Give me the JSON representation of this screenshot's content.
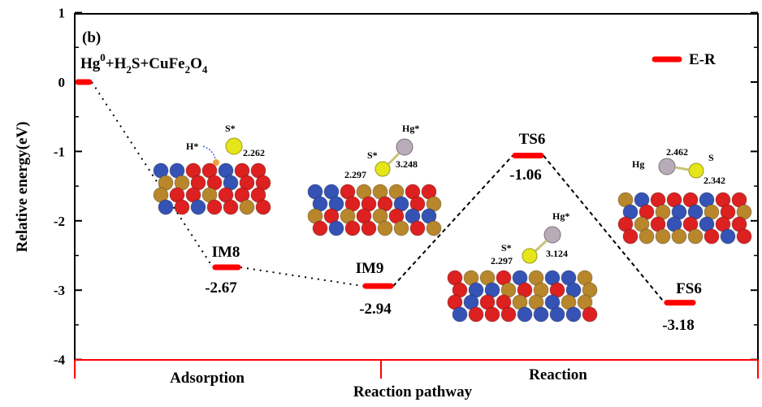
{
  "chart_data": {
    "type": "line",
    "panel_label": "(b)",
    "system_label": {
      "base": "Hg",
      "sup": "0",
      "rest": "+H",
      "sub1": "2",
      "s": "S+CuFe",
      "sub2": "2",
      "o": "O",
      "sub3": "4"
    },
    "ylabel": "Relative energy(eV)",
    "xlabel": "Reaction pathway",
    "ylim": [
      -4,
      1
    ],
    "y_ticks": [
      "1",
      "0",
      "-1",
      "-2",
      "-3",
      "-4"
    ],
    "sections": [
      "Adsorption",
      "Reaction"
    ],
    "legend": {
      "label": "E-R",
      "color": "#ff0000",
      "position": "top-right"
    },
    "series": [
      {
        "name": "E-R",
        "states": [
          {
            "label": "",
            "energy": 0.0,
            "energy_text": ""
          },
          {
            "label": "IM8",
            "energy": -2.67,
            "energy_text": "-2.67"
          },
          {
            "label": "IM9",
            "energy": -2.94,
            "energy_text": "-2.94"
          },
          {
            "label": "TS6",
            "energy": -1.06,
            "energy_text": "-1.06"
          },
          {
            "label": "FS6",
            "energy": -3.18,
            "energy_text": "-3.18"
          }
        ]
      }
    ],
    "structure_annotations": {
      "im8": {
        "s": "S*",
        "h": "H*",
        "d": "2.262"
      },
      "im9": {
        "s": "S*",
        "hg": "Hg*",
        "d1": "2.297",
        "d2": "3.248"
      },
      "ts6": {
        "s": "S*",
        "hg": "Hg*",
        "d1": "2.297",
        "d2": "3.124"
      },
      "fs6": {
        "s": "S",
        "hg": "Hg",
        "d1": "2.462",
        "d2": "2.342"
      }
    },
    "colors": {
      "level": "#ff0000",
      "cu": "#b8862b",
      "fe": "#3553b5",
      "o": "#dd2020",
      "s": "#e5e51a",
      "hg": "#b8acb8",
      "h": "#f0a040"
    }
  }
}
